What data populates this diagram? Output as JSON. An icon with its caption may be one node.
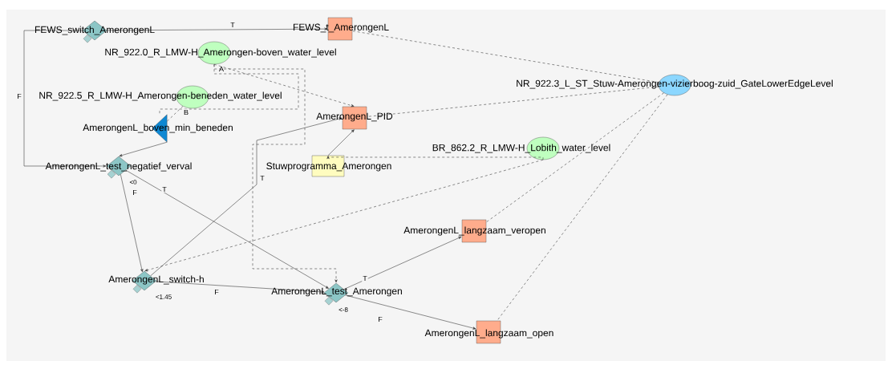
{
  "diagram": {
    "nodes": [
      {
        "text": [
          "FEWS_switch_AmerongenL"
        ]
      },
      {
        "text": [
          "FEWS_t_AmerongenL"
        ]
      },
      {
        "text": [
          "NR_922.0_R_LMW-H_Amerongen-boven_water_level"
        ]
      },
      {
        "text": [
          "NR_922.5_R_LMW-H_Amerongen-beneden_water_level"
        ]
      },
      {
        "text": [
          "AmerongenL_boven_min_beneden"
        ]
      },
      {
        "text": [
          "AmerongenL_PID"
        ]
      },
      {
        "text": [
          "NR_922.3_L_ST_Stuw-Amerongen-vizierboog-zuid_GateLowerEdgeLevel"
        ]
      },
      {
        "text": [
          "BR_862.2_R_LMW-H_Lobith_water_level"
        ]
      },
      {
        "text": [
          "Stuwprogramma_Amerongen"
        ]
      },
      {
        "text": [
          "AmerongenL_test_negatief_verval"
        ],
        "beside": [
          "<0"
        ]
      },
      {
        "text": [
          "AmerongenL_langzaam_veropen"
        ]
      },
      {
        "text": [
          "AmerongenL_switch-h"
        ],
        "beside": [
          "<1.45"
        ]
      },
      {
        "text": [
          "AmerongenL_test_Amerongen"
        ],
        "beside": [
          "<-8"
        ]
      },
      {
        "text": [
          "AmerongenL_langzaam_open"
        ]
      }
    ],
    "edges": [
      {
        "from": 0,
        "to": 1,
        "arrow": "to",
        "label": "T"
      },
      {
        "from": 0,
        "to": 9,
        "arrow": "to",
        "label": "F"
      },
      {
        "from": 2,
        "to": 4,
        "arrow": "none",
        "label": "A",
        "style": "dashed"
      },
      {
        "from": 3,
        "to": 4,
        "arrow": "none",
        "label": "B",
        "style": "dashed"
      },
      {
        "from": 2,
        "to": 5,
        "arrow": "to",
        "style": "dashed"
      },
      {
        "from": 2,
        "to": 12,
        "arrow": "to",
        "style": "dashed"
      },
      {
        "from": 4,
        "to": 9,
        "arrow": "to"
      },
      {
        "from": 9,
        "to": 11,
        "arrow": "to",
        "label": "F"
      },
      {
        "from": 9,
        "to": 12,
        "arrow": "to",
        "label": "T"
      },
      {
        "from": 11,
        "to": 5,
        "arrow": "to",
        "label": "T"
      },
      {
        "from": 11,
        "to": 12,
        "arrow": "to",
        "label": "F"
      },
      {
        "from": 12,
        "to": 10,
        "arrow": "to",
        "label": "T"
      },
      {
        "from": 12,
        "to": 13,
        "arrow": "to",
        "label": "F"
      },
      {
        "from": 8,
        "to": 5,
        "arrow": "to"
      },
      {
        "from": 7,
        "to": 8,
        "arrow": "to",
        "style": "dashed"
      },
      {
        "from": 7,
        "to": 11,
        "arrow": "to",
        "style": "dashed"
      },
      {
        "from": 6,
        "to": 1,
        "arrow": "none",
        "style": "dashed"
      },
      {
        "from": 6,
        "to": 5,
        "arrow": "none",
        "style": "dashed"
      },
      {
        "from": 6,
        "to": 10,
        "arrow": "none",
        "style": "dashed"
      },
      {
        "from": 6,
        "to": 13,
        "arrow": "none",
        "style": "dashed"
      }
    ]
  }
}
